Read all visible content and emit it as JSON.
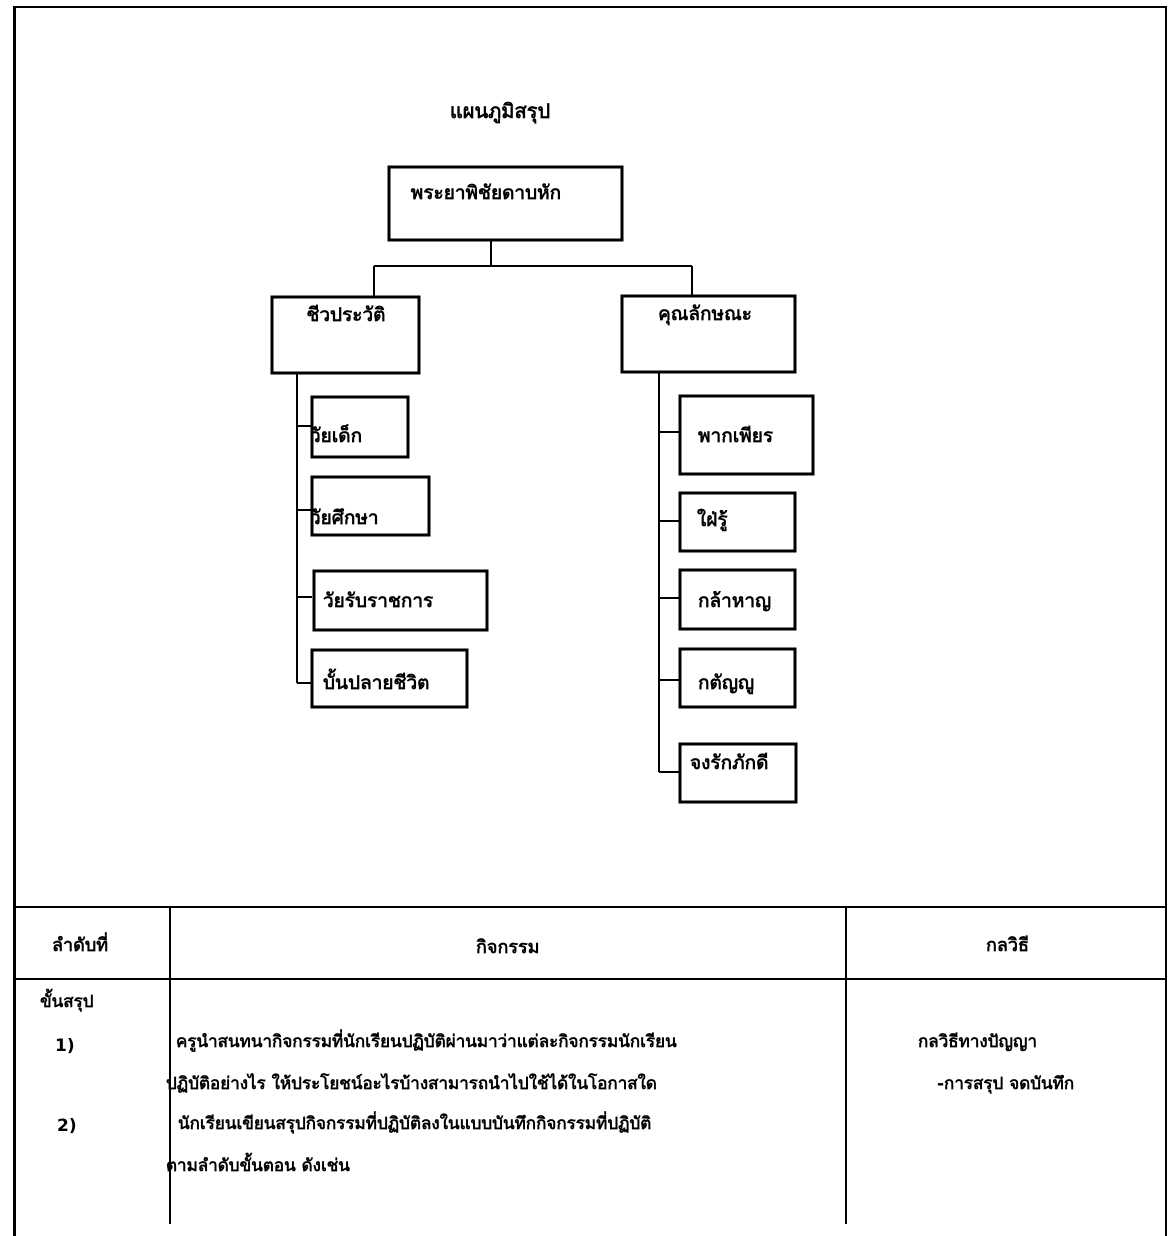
{
  "diagram": {
    "title": "แผนภูมิสรุป",
    "root": "พระยาพิชัยดาบหัก",
    "left_branch": {
      "label": "ชีวประวัติ",
      "children": [
        "วัยเด็ก",
        "วัยศึกษา",
        "วัยรับราชการ",
        "บั้นปลายชีวิต"
      ]
    },
    "right_branch": {
      "label": "คุณลักษณะ",
      "children": [
        "พากเพียร",
        "ใฝ่รู้",
        "กล้าหาญ",
        "กตัญญู",
        "จงรักภักดี"
      ]
    }
  },
  "table": {
    "headers": [
      "ลำดับที่",
      "กิจกรรม",
      "กลวิธี"
    ],
    "step_title": "ขั้นสรุป",
    "items": [
      {
        "number": "1)",
        "lines": [
          "ครูนำสนทนากิจกรรมที่นักเรียนปฏิบัติผ่านมาว่าแต่ละกิจกรรมนักเรียน",
          "ปฏิบัติอย่างไร ให้ประโยชน์อะไรบ้างสามารถนำไปใช้ได้ในโอกาสใด"
        ]
      },
      {
        "number": "2)",
        "lines": [
          "นักเรียนเขียนสรุปกิจกรรมที่ปฏิบัติลงในแบบบันทึกกิจกรรมที่ปฏิบัติ",
          "ตามลำดับขั้นตอน  ดังเช่น"
        ]
      }
    ],
    "strategy": [
      "กลวิธีทางปัญญา",
      "-การสรุป จดบันทึก"
    ]
  }
}
